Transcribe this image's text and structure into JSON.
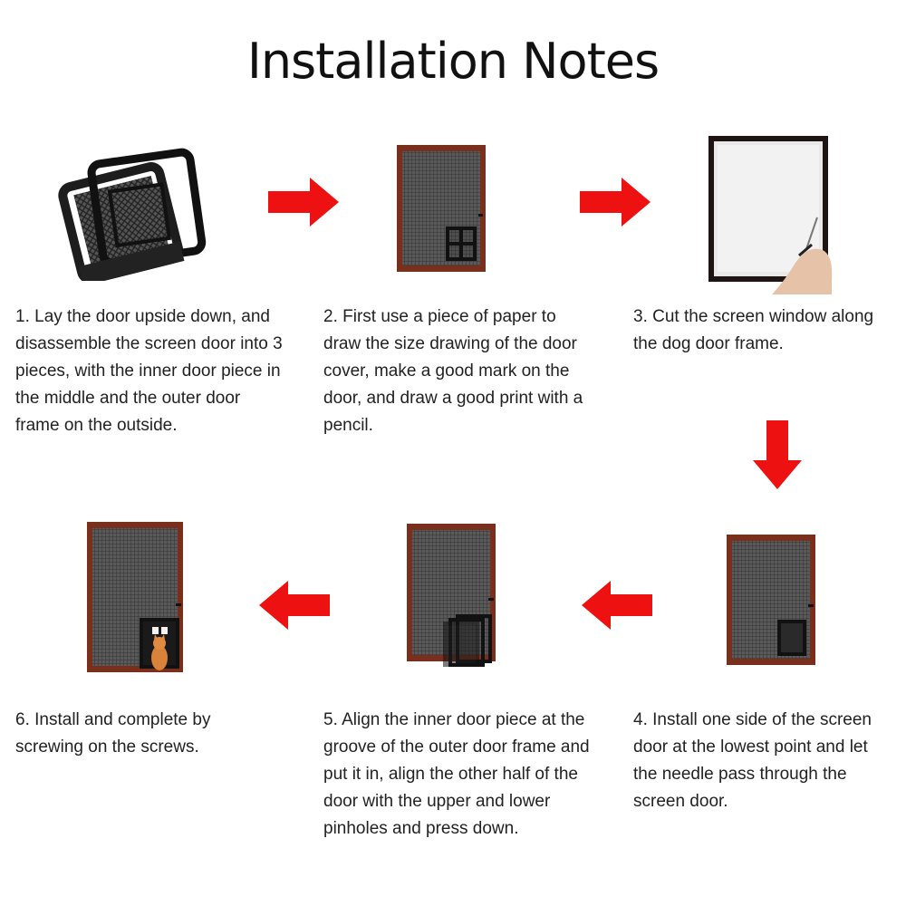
{
  "title": "Installation Notes",
  "colors": {
    "arrow": "#ee1111",
    "frame": "#7a2e1c",
    "mesh": "#4a4a4a",
    "flap": "#111111"
  },
  "steps": [
    {
      "number": "1",
      "text": "1. Lay the door upside down, and disassemble the screen door into 3 pieces, with the inner door piece in the middle and the outer door frame on the outside.",
      "image": "disassembled-door-pieces"
    },
    {
      "number": "2",
      "text": "2. First use a piece of paper to draw the size drawing of the door cover, make a good mark on the door, and draw a good print with a pencil.",
      "image": "marked-screen-door"
    },
    {
      "number": "3",
      "text": "3. Cut the screen window along the dog door frame.",
      "image": "cutting-screen"
    },
    {
      "number": "4",
      "text": "4. Install one side of the screen door at the lowest point and let the needle pass through the screen door.",
      "image": "door-one-side-installed"
    },
    {
      "number": "5",
      "text": "5. Align the inner door piece at the groove of the outer door frame and put it in, align the other half of the door with the upper and lower pinholes and press down.",
      "image": "door-pieces-aligned"
    },
    {
      "number": "6",
      "text": "6. Install and complete by screwing on the screws.",
      "image": "installed-door-with-cat"
    }
  ],
  "arrows": [
    "arrow-right",
    "arrow-right",
    "arrow-down",
    "arrow-left",
    "arrow-left"
  ]
}
